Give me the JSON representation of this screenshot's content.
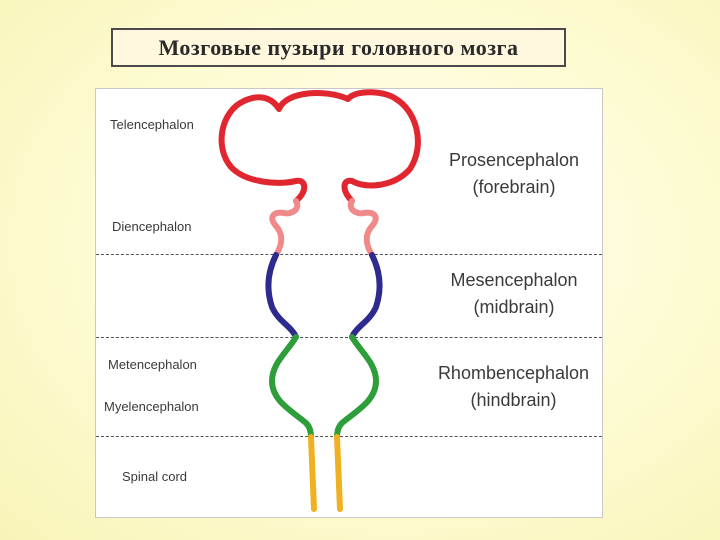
{
  "title": "Мозговые пузыри головного мозга",
  "labels_left": {
    "telencephalon": "Telencephalon",
    "diencephalon": "Diencephalon",
    "metencephalon": "Metencephalon",
    "myelencephalon": "Myelencephalon",
    "spinal_cord": "Spinal cord"
  },
  "labels_right": {
    "prosencephalon": "Prosencephalon",
    "forebrain": "(forebrain)",
    "mesencephalon": "Mesencephalon",
    "midbrain": "(midbrain)",
    "rhombencephalon": "Rhombencephalon",
    "hindbrain": "(hindbrain)"
  },
  "colors": {
    "telencephalon": "#e0262e",
    "diencephalon": "#f08a8a",
    "mesencephalon": "#2e2a8e",
    "rhombencephalon": "#2e9e3a",
    "spinal_cord": "#f0b020"
  }
}
